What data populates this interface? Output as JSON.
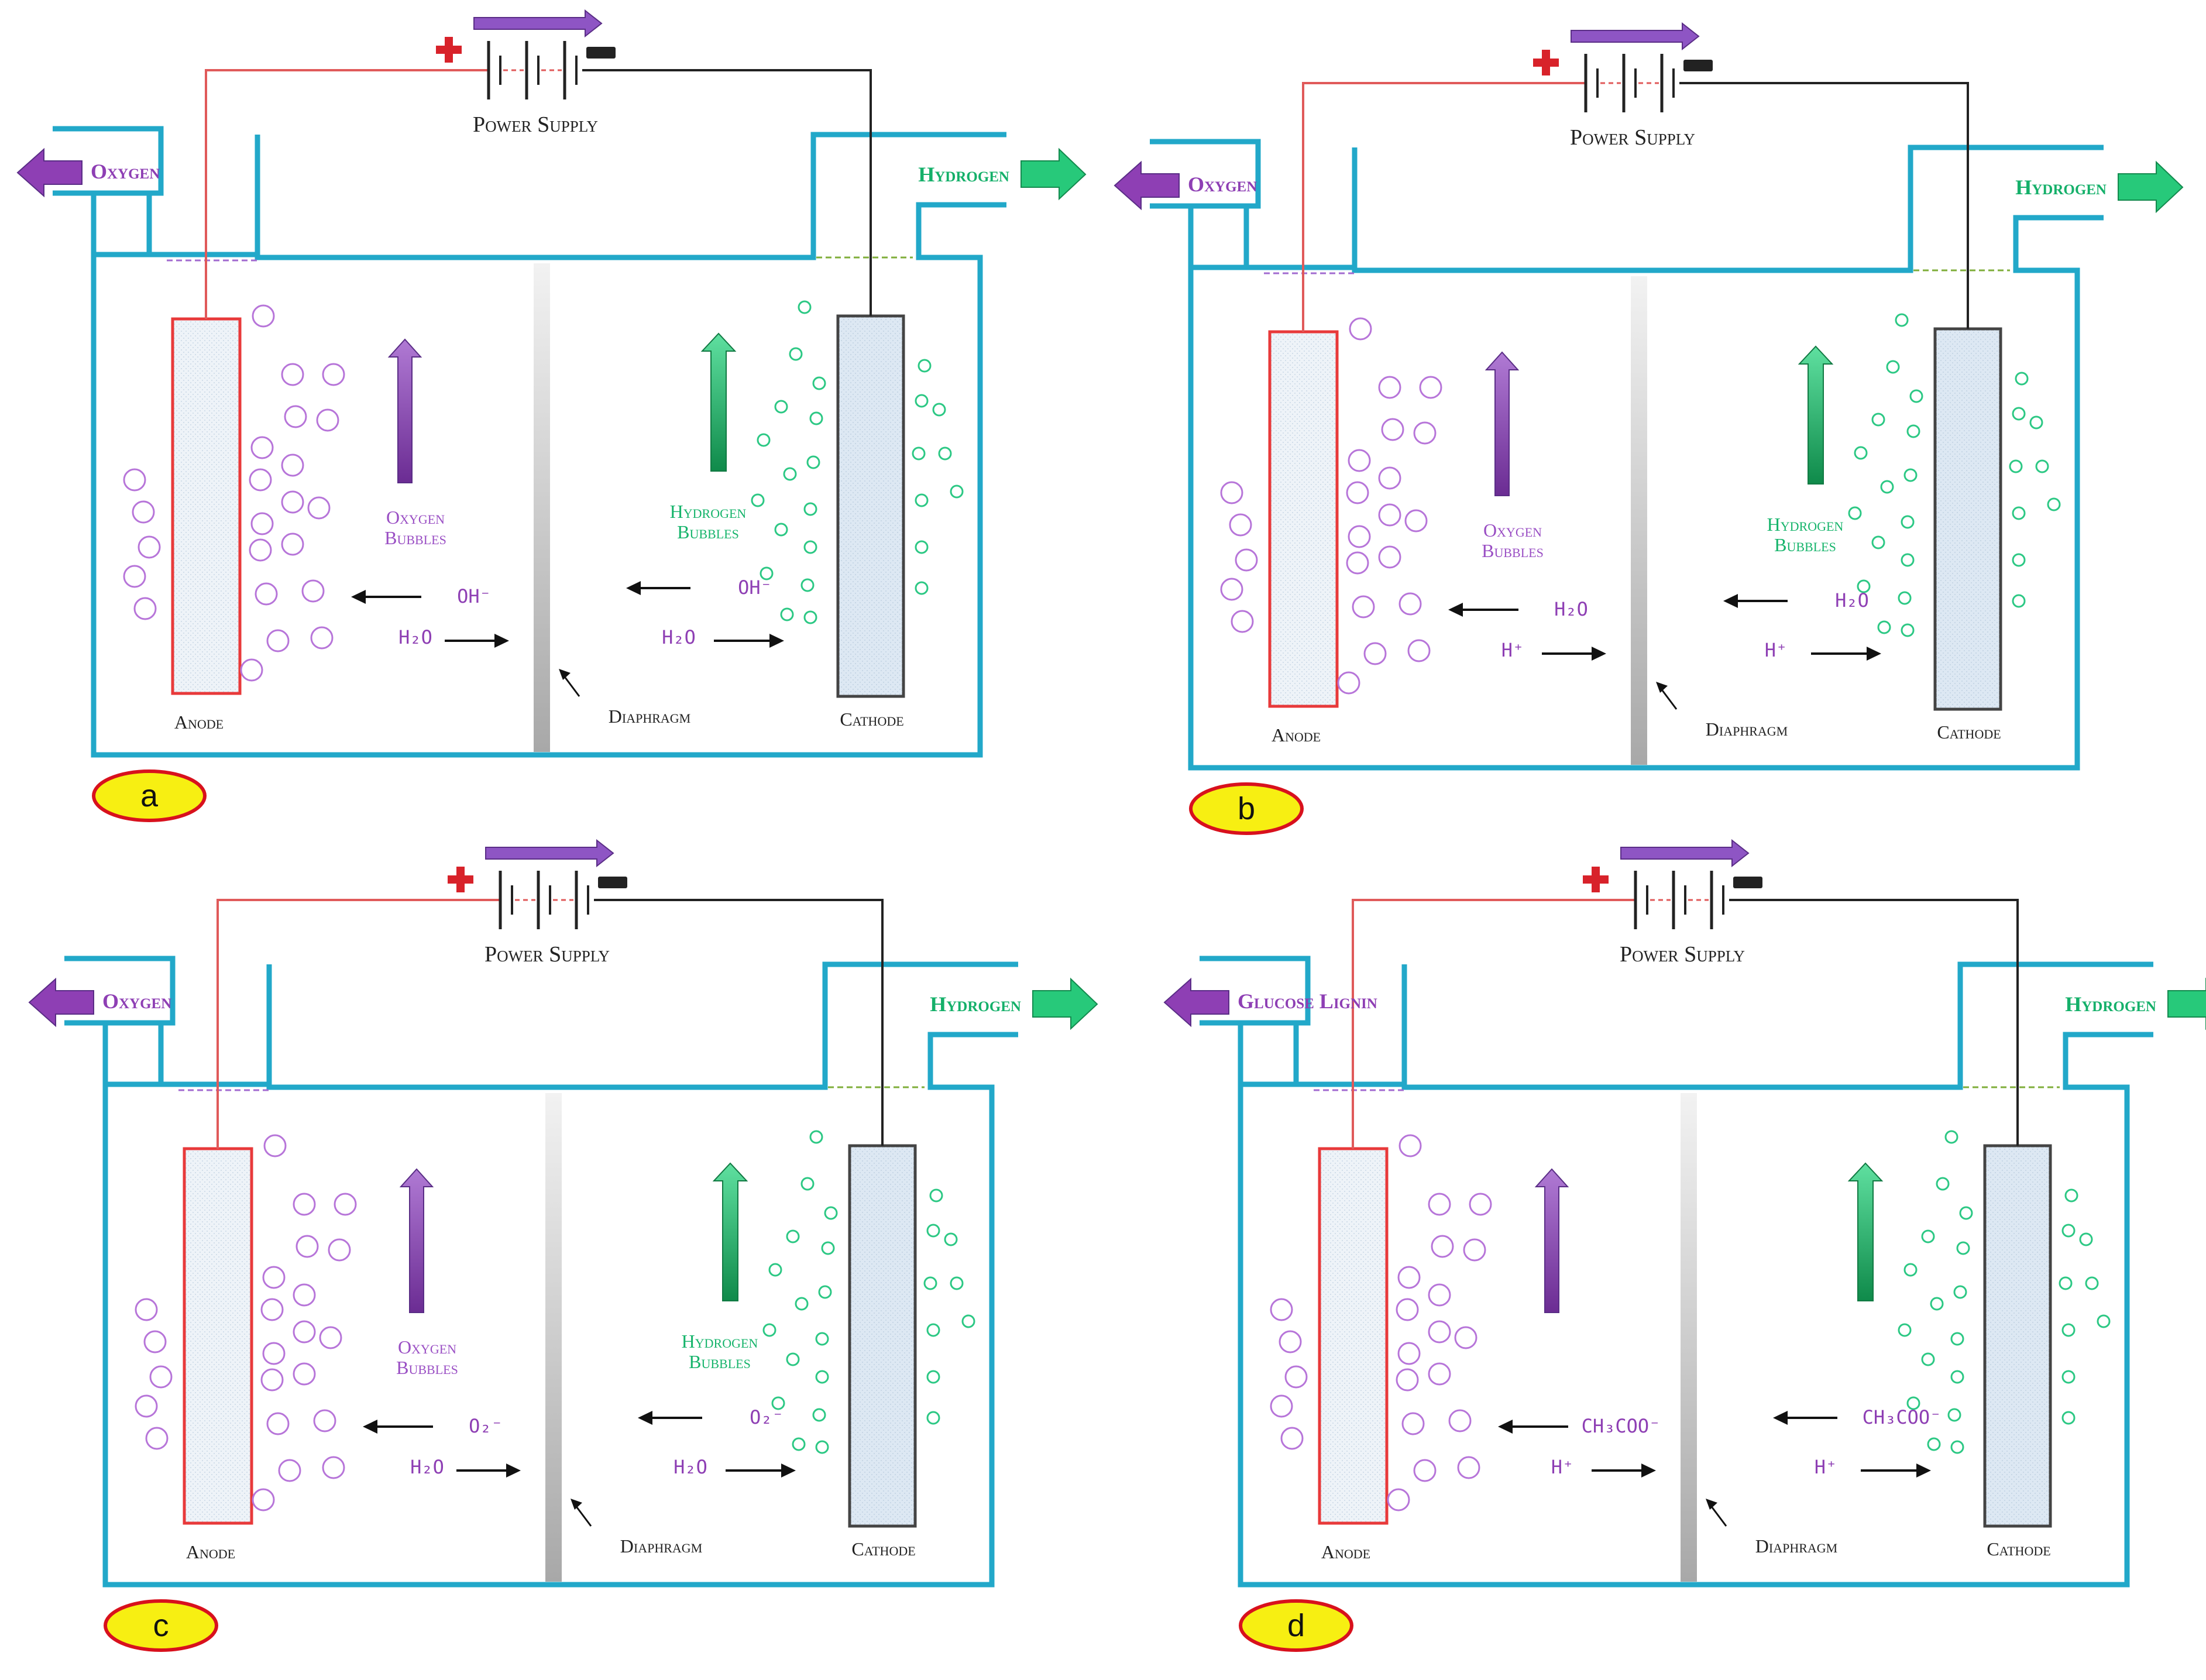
{
  "colors": {
    "tank": "#22a8c9",
    "anode": "#e8393a",
    "cathode": "#444444",
    "anode_fill": "#eef3f8",
    "cathode_fill": "#dde8f3",
    "oxygen": "#8e3fb4",
    "hydrogen": "#1fbf72",
    "hydrogen_arrow": "#1f9a55",
    "label_bg": "#f7ef12",
    "label_border": "#d8111d",
    "wire_pos": "#e05a5a",
    "wire_neg": "#222222",
    "diaphragm": "#b8b8b8"
  },
  "icons": {
    "plus": "plus-icon",
    "minus": "minus-icon",
    "battery": "battery-icon",
    "current": "current-direction-arrow-icon"
  },
  "panels": [
    {
      "id": "a",
      "label": "a",
      "power_supply": "Power Supply",
      "left_outlet": "Oxygen",
      "right_outlet": "Hydrogen",
      "left_bubbles_label": [
        "Oxygen",
        "Bubbles"
      ],
      "right_bubbles_label": [
        "Hydrogen",
        "Bubbles"
      ],
      "left_ion_1": "OH⁻",
      "left_ion_2": "H₂O",
      "right_ion_1": "OH⁻",
      "right_ion_2": "H₂O",
      "anode": "Anode",
      "diaphragm": "Diaphragm",
      "cathode": "Cathode"
    },
    {
      "id": "b",
      "label": "b",
      "power_supply": "Power Supply",
      "left_outlet": "Oxygen",
      "right_outlet": "Hydrogen",
      "left_bubbles_label": [
        "Oxygen",
        "Bubbles"
      ],
      "right_bubbles_label": [
        "Hydrogen",
        "Bubbles"
      ],
      "left_ion_1": "H₂O",
      "left_ion_2": "H⁺",
      "right_ion_1": "H₂O",
      "right_ion_2": "H⁺",
      "anode": "Anode",
      "diaphragm": "Diaphragm",
      "cathode": "Cathode"
    },
    {
      "id": "c",
      "label": "c",
      "power_supply": "Power Supply",
      "left_outlet": "Oxygen",
      "right_outlet": "Hydrogen",
      "left_bubbles_label": [
        "Oxygen",
        "Bubbles"
      ],
      "right_bubbles_label": [
        "Hydrogen",
        "Bubbles"
      ],
      "left_ion_1": "O₂⁻",
      "left_ion_2": "H₂O",
      "right_ion_1": "O₂⁻",
      "right_ion_2": "H₂O",
      "anode": "Anode",
      "diaphragm": "Diaphragm",
      "cathode": "Cathode"
    },
    {
      "id": "d",
      "label": "d",
      "power_supply": "Power Supply",
      "left_outlet": "Glucose Lignin",
      "right_outlet": "Hydrogen",
      "left_bubbles_label": [
        "",
        ""
      ],
      "right_bubbles_label": [
        "",
        ""
      ],
      "left_ion_1": "CH₃COO⁻",
      "left_ion_2": "H⁺",
      "right_ion_1": "CH₃COO⁻",
      "right_ion_2": "H⁺",
      "anode": "Anode",
      "diaphragm": "Diaphragm",
      "cathode": "Cathode"
    }
  ]
}
